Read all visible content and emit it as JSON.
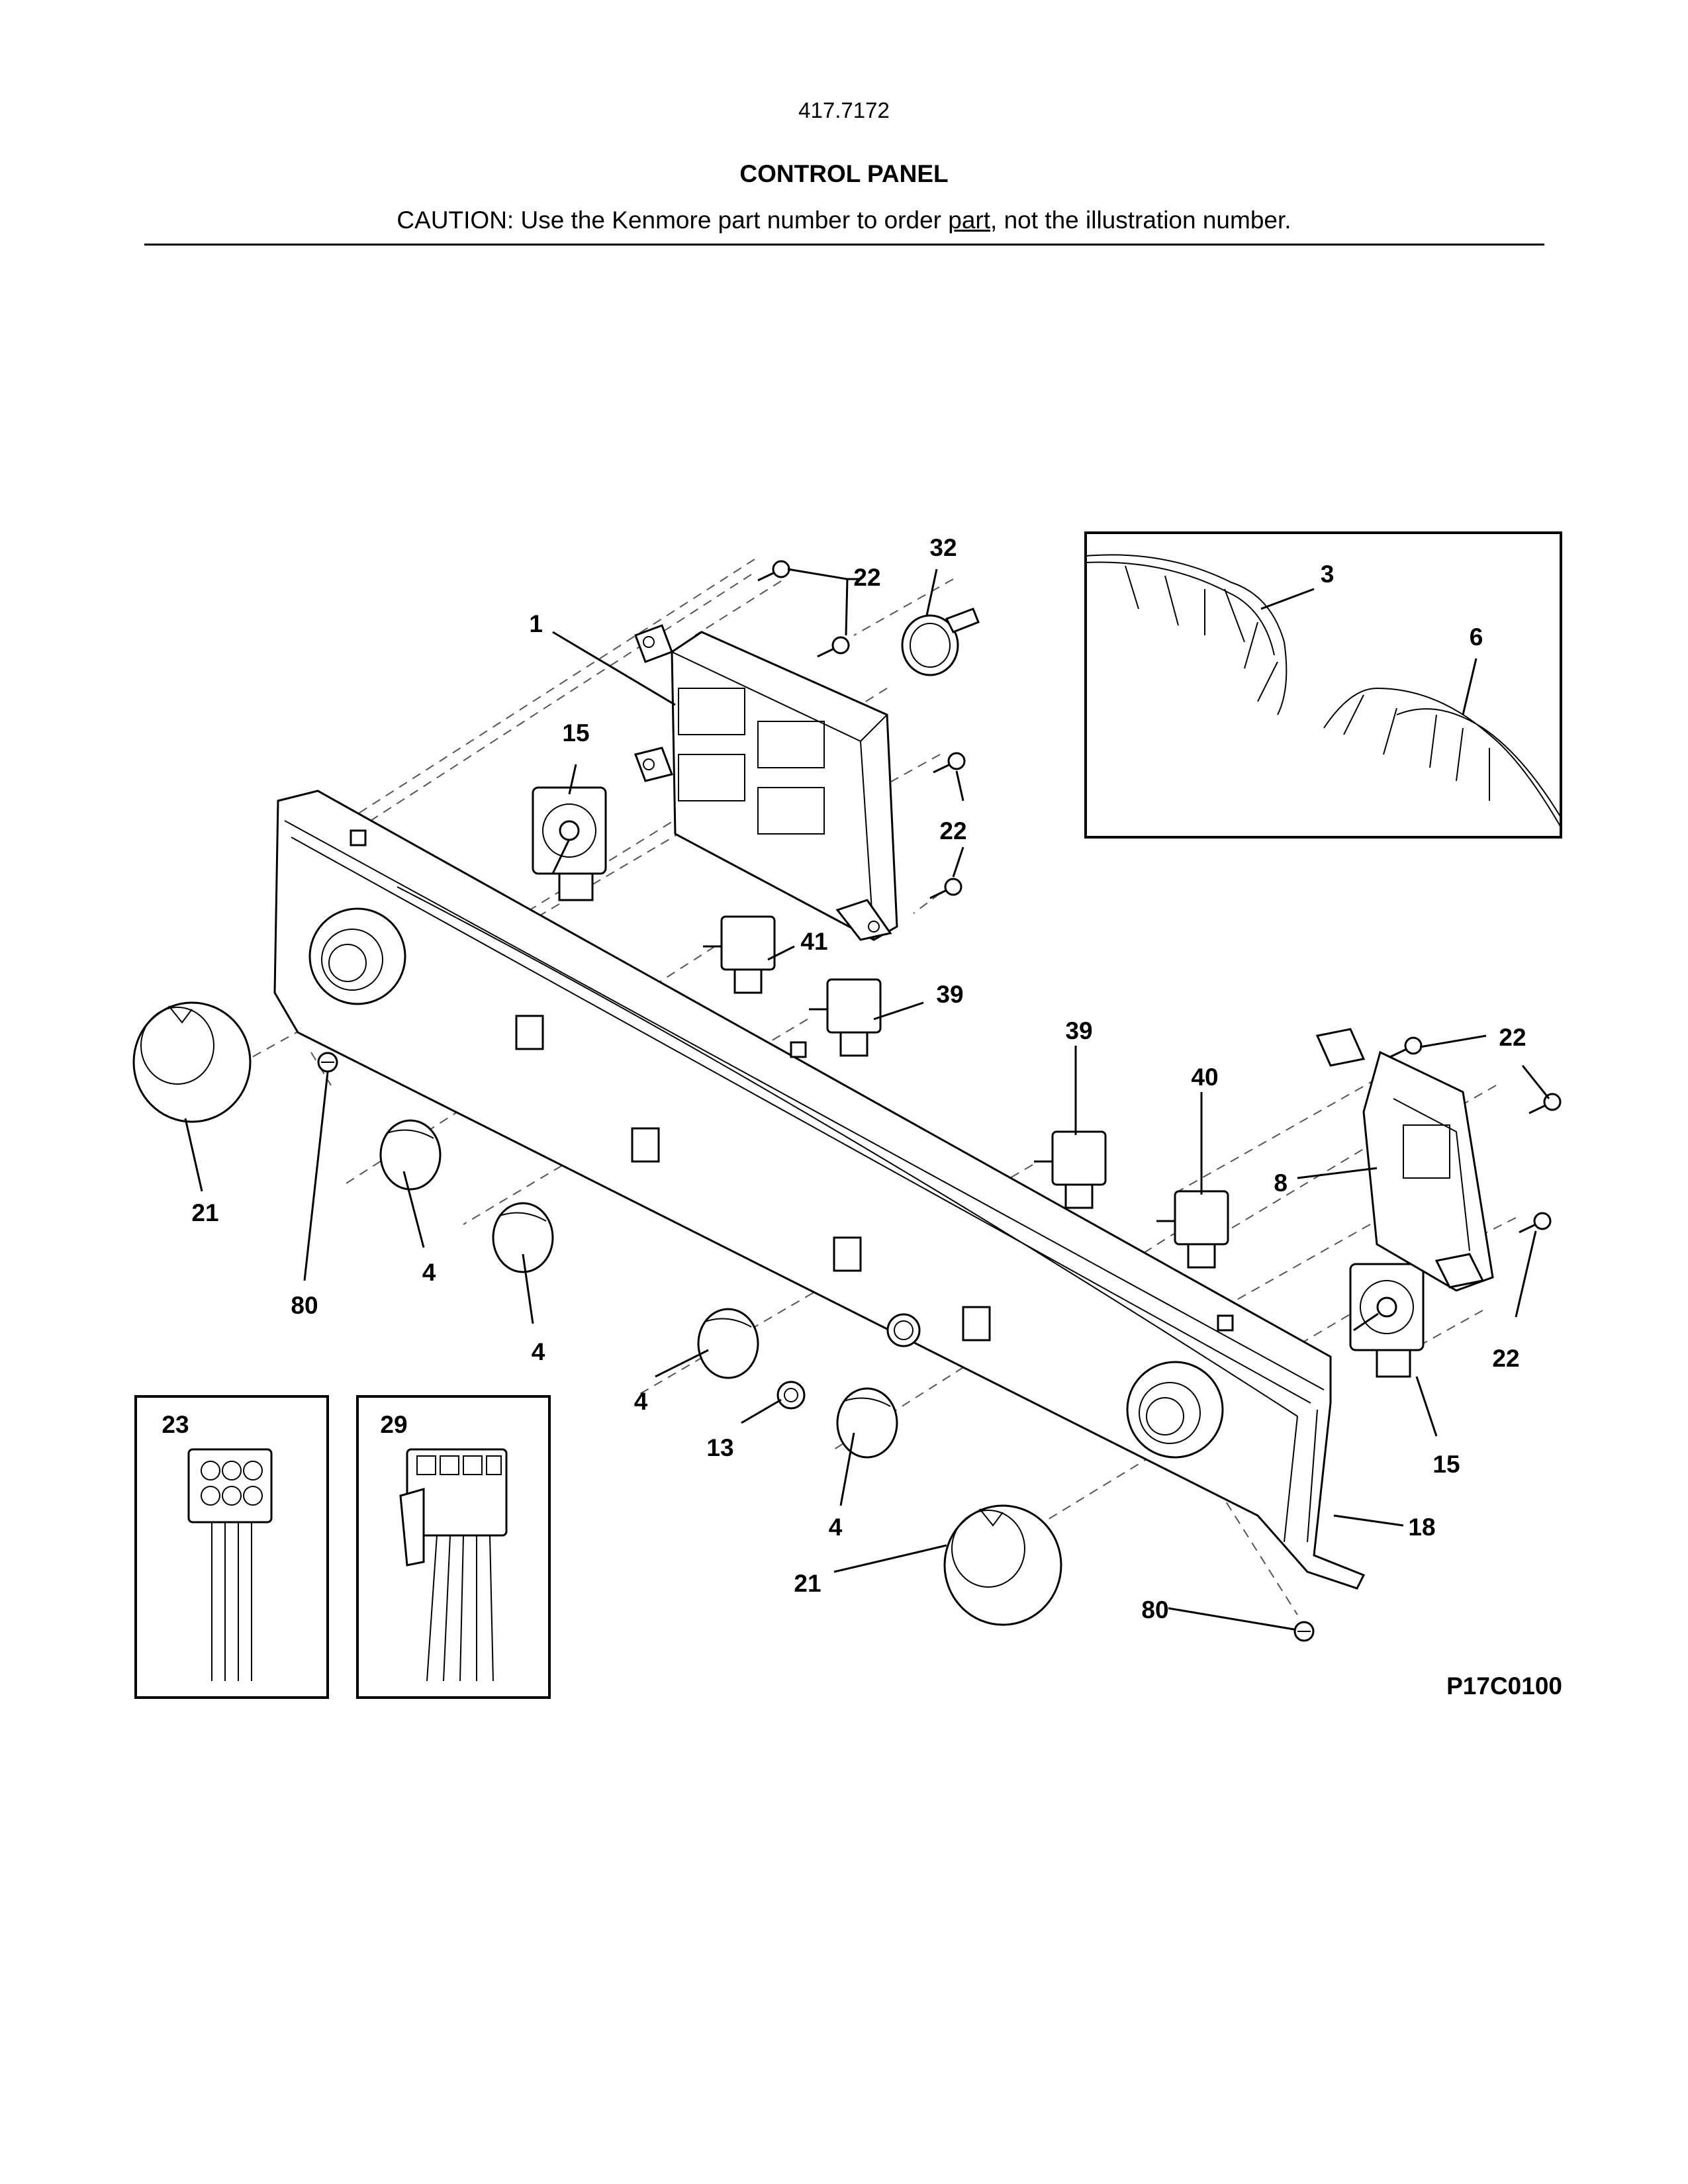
{
  "header": {
    "model": "417.7172",
    "title": "CONTROL PANEL",
    "caution_prefix": "CAUTION: Use the Kenmore part number to order ",
    "caution_underlined": "part",
    "caution_suffix": ", not the illustration number."
  },
  "callouts": {
    "c1": "1",
    "c32": "32",
    "c22a": "22",
    "c22b": "22",
    "c22c": "22",
    "c22d": "22",
    "c15a": "15",
    "c15b": "15",
    "c41": "41",
    "c39a": "39",
    "c39b": "39",
    "c40": "40",
    "c8": "8",
    "c21a": "21",
    "c21b": "21",
    "c80a": "80",
    "c80b": "80",
    "c4a": "4",
    "c4b": "4",
    "c4c": "4",
    "c4d": "4",
    "c13": "13",
    "c18": "18",
    "c3": "3",
    "c6": "6",
    "c23": "23",
    "c29": "29"
  },
  "figure_code": "P17C0100"
}
